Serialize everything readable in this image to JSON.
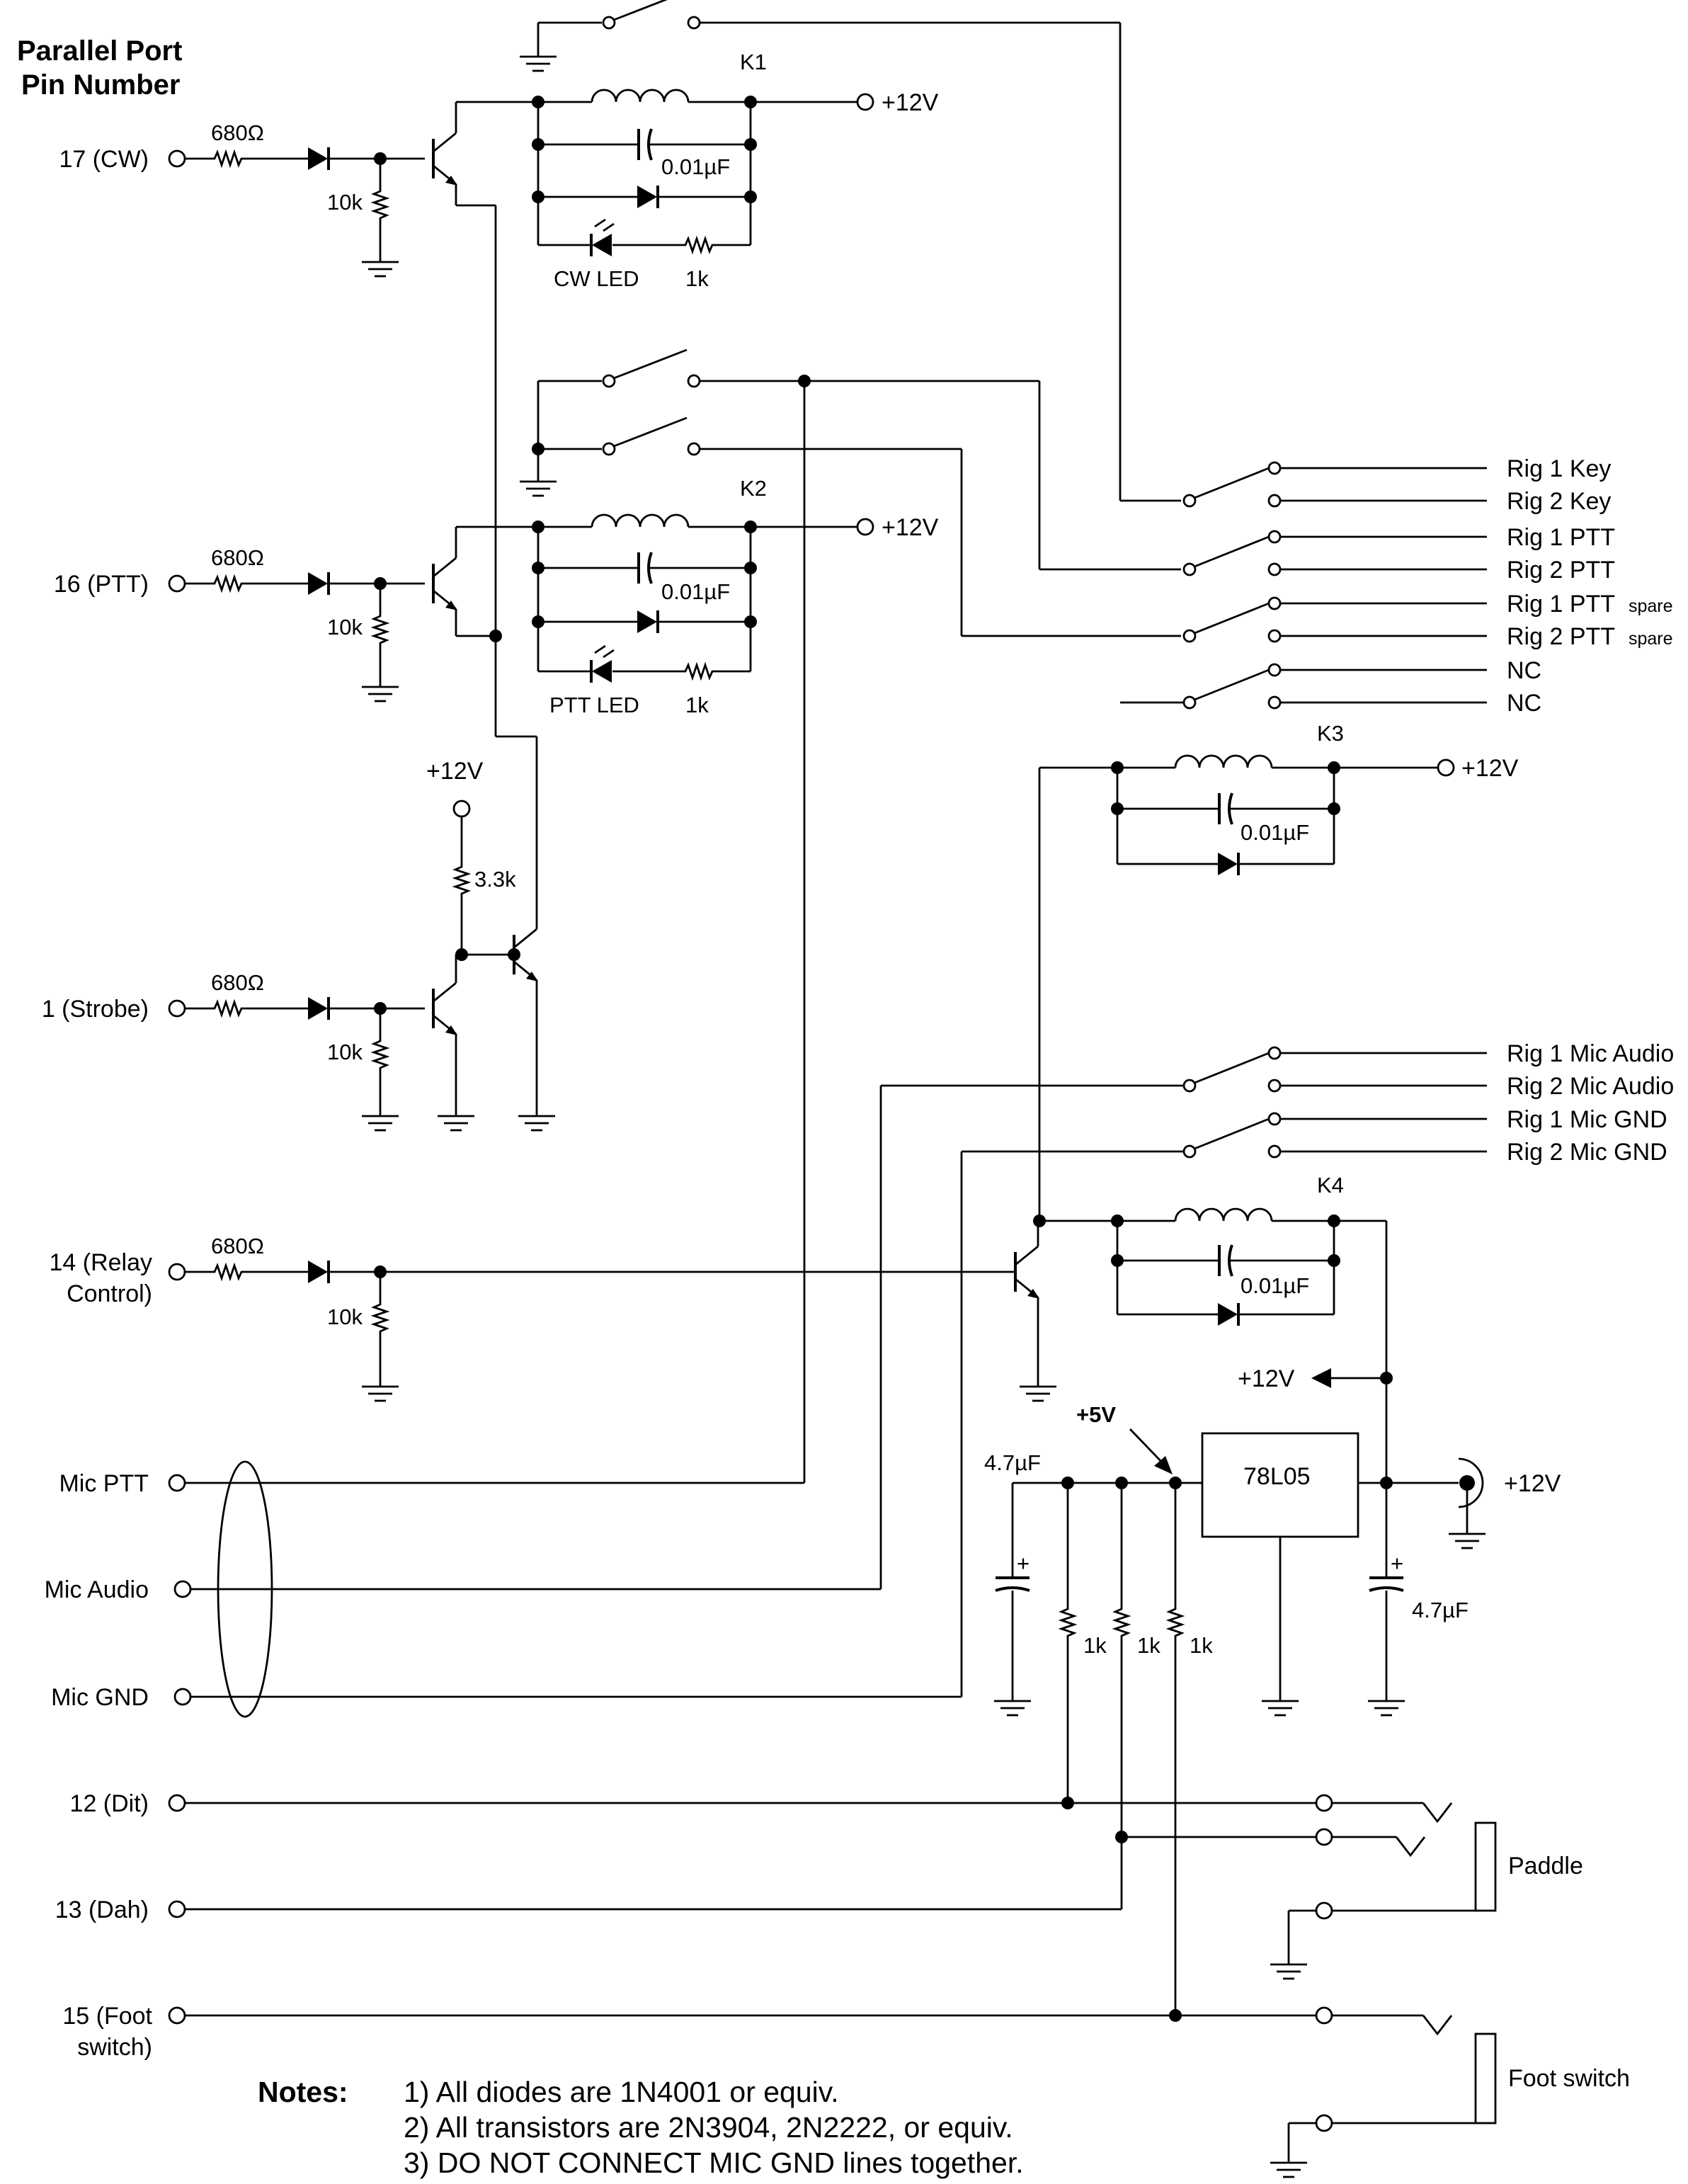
{
  "title": {
    "line1": "Parallel Port",
    "line2": "Pin Number"
  },
  "inputs": {
    "pin17": "17 (CW)",
    "pin16": "16 (PTT)",
    "pin1": "1 (Strobe)",
    "pin14_a": "14 (Relay",
    "pin14_b": "Control)",
    "mic_ptt": "Mic PTT",
    "mic_audio": "Mic Audio",
    "mic_gnd": "Mic GND",
    "pin12": "12 (Dit)",
    "pin13": "13 (Dah)",
    "pin15_a": "15 (Foot",
    "pin15_b": "switch)"
  },
  "components": {
    "r_series": "680Ω",
    "r_pulldown": "10k",
    "r_pullup": "3.3k",
    "r_led": "1k",
    "cap": "0.01µF",
    "cap_elec": "4.7µF",
    "cw_led": "CW LED",
    "ptt_led": "PTT LED",
    "regulator": "78L05",
    "plus_sign": "+",
    "relays": [
      "K1",
      "K2",
      "K3",
      "K4"
    ]
  },
  "supply": {
    "v12": "+12V",
    "v5": "+5V"
  },
  "outputs": {
    "rig1_key": "Rig 1 Key",
    "rig2_key": "Rig 2 Key",
    "rig1_ptt": "Rig 1 PTT",
    "rig2_ptt": "Rig 2 PTT",
    "rig1_ptt_spare": "Rig 1 PTT",
    "rig2_ptt_spare": "Rig 2 PTT",
    "spare_suffix": "spare",
    "nc": "NC",
    "rig1_mic_audio": "Rig 1 Mic Audio",
    "rig2_mic_audio": "Rig 2 Mic Audio",
    "rig1_mic_gnd": "Rig 1 Mic GND",
    "rig2_mic_gnd": "Rig 2 Mic GND"
  },
  "jacks": {
    "paddle": "Paddle",
    "foot_switch": "Foot switch"
  },
  "notes": {
    "heading": "Notes:",
    "items": [
      "1) All diodes are 1N4001 or equiv.",
      "2) All transistors are 2N3904, 2N2222, or equiv.",
      "3) DO NOT CONNECT MIC GND lines together."
    ]
  }
}
